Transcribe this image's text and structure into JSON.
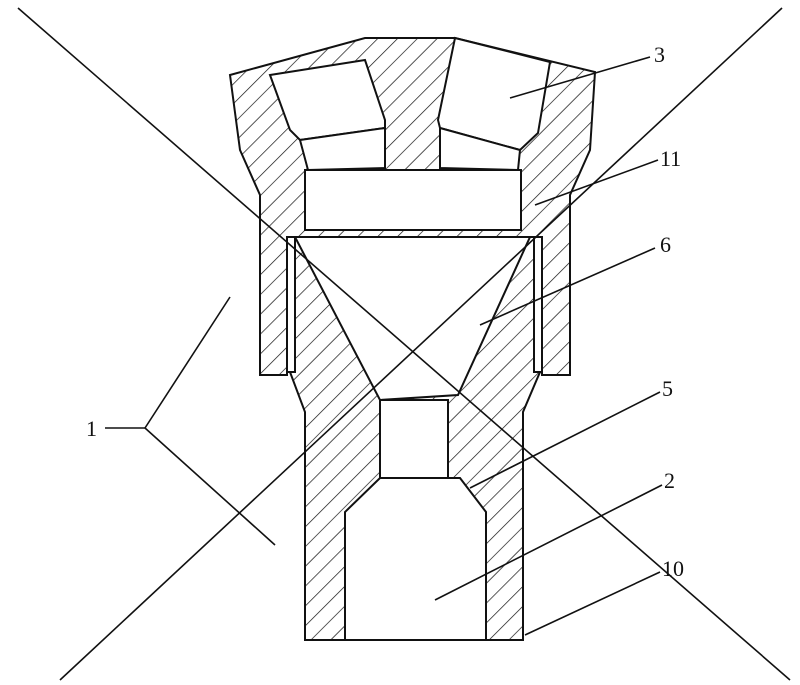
{
  "labels": {
    "l1": "1",
    "l2": "2",
    "l3": "3",
    "l5": "5",
    "l6": "6",
    "l10": "10",
    "l11": "11"
  },
  "colors": {
    "ink": "#111111",
    "paper": "#ffffff"
  }
}
